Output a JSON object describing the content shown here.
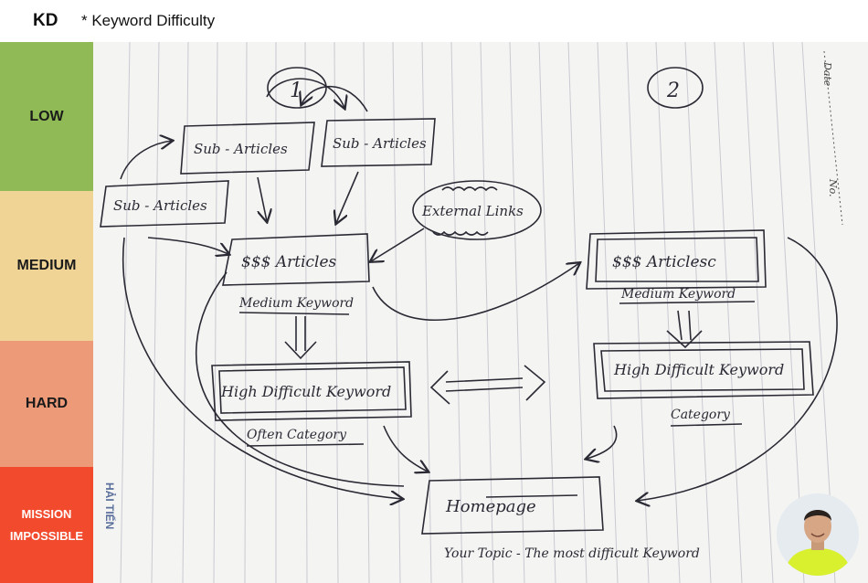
{
  "header": {
    "kd_label": "KD",
    "kd_note": "* Keyword Difficulty"
  },
  "levels": [
    {
      "label": "LOW",
      "color": "#8fba55"
    },
    {
      "label": "MEDIUM",
      "color": "#f0d496"
    },
    {
      "label": "HARD",
      "color": "#ec9a78"
    },
    {
      "label_line1": "MISSION",
      "label_line2": "IMPOSSIBLE",
      "color": "#f24a2d"
    }
  ],
  "sketch": {
    "circle_1": "1",
    "circle_2": "2",
    "sub_articles_a": "Sub - Articles",
    "sub_articles_b": "Sub - Articles",
    "sub_articles_c": "Sub - Articles",
    "external_links": "External Links",
    "articles_left": "$$$ Articles",
    "medium_keyword_left": "Medium Keyword",
    "high_keyword_left": "High Difficult Keyword",
    "often_category": "Often Category",
    "articles_right": "$$$ Articlesc",
    "medium_keyword_right": "Medium Keyword",
    "high_keyword_right": "High Difficult Keyword",
    "category": "Category",
    "homepage": "Homepage",
    "your_topic": "Your Topic - The most difficult Keyword",
    "side_signature": "HẢI TIẾN",
    "margin_date": "Date",
    "margin_no": "No."
  }
}
